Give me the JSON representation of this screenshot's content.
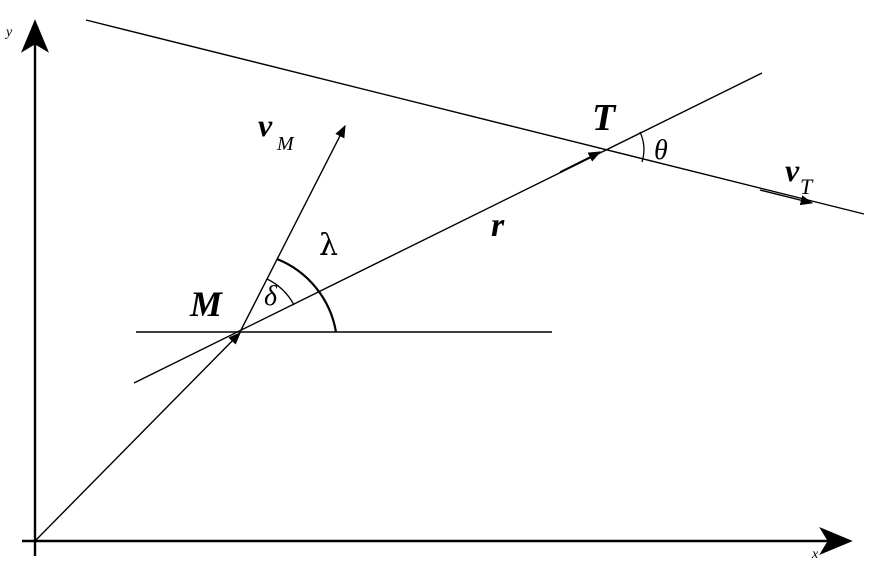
{
  "diagram": {
    "axes": {
      "x_label": "x",
      "y_label": "y"
    },
    "points": {
      "missile": "M",
      "target": "T"
    },
    "vectors": {
      "missile_velocity": {
        "symbol": "v",
        "subscript": "M"
      },
      "target_velocity": {
        "symbol": "v",
        "subscript": "T"
      },
      "line_of_sight": "r"
    },
    "angles": {
      "line_of_sight_angle": "λ",
      "lead_angle": "δ",
      "target_heading": "θ"
    }
  }
}
